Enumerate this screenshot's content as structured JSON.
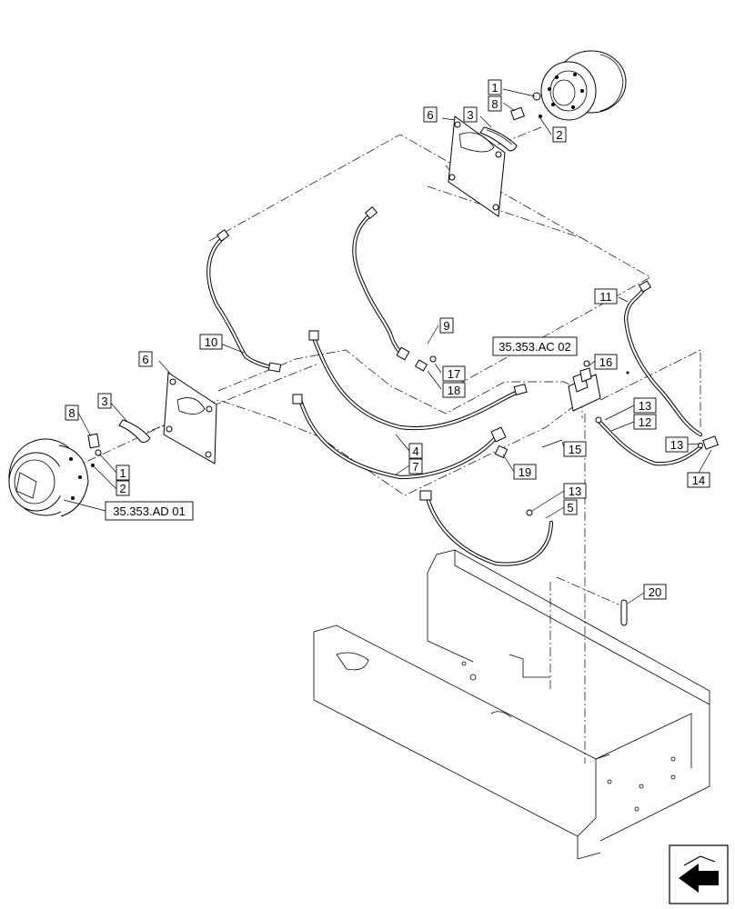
{
  "callouts": [
    {
      "id": "c1a",
      "text": "1"
    },
    {
      "id": "c8a",
      "text": "8"
    },
    {
      "id": "c3a",
      "text": "3"
    },
    {
      "id": "c6a",
      "text": "6"
    },
    {
      "id": "c2a",
      "text": "2"
    },
    {
      "id": "c11",
      "text": "11"
    },
    {
      "id": "c9",
      "text": "9"
    },
    {
      "id": "c10",
      "text": "10"
    },
    {
      "id": "c16",
      "text": "16"
    },
    {
      "id": "c17",
      "text": "17"
    },
    {
      "id": "c18",
      "text": "18"
    },
    {
      "id": "c6b",
      "text": "6"
    },
    {
      "id": "c3b",
      "text": "3"
    },
    {
      "id": "c8b",
      "text": "8"
    },
    {
      "id": "c13a",
      "text": "13"
    },
    {
      "id": "c12",
      "text": "12"
    },
    {
      "id": "c4",
      "text": "4"
    },
    {
      "id": "c7",
      "text": "7"
    },
    {
      "id": "c15",
      "text": "15"
    },
    {
      "id": "c13b",
      "text": "13"
    },
    {
      "id": "c1b",
      "text": "1"
    },
    {
      "id": "c2b",
      "text": "2"
    },
    {
      "id": "c19",
      "text": "19"
    },
    {
      "id": "c14",
      "text": "14"
    },
    {
      "id": "c13c",
      "text": "13"
    },
    {
      "id": "c5",
      "text": "5"
    },
    {
      "id": "c20",
      "text": "20"
    }
  ],
  "references": {
    "ac02": "35.353.AC 02",
    "ad01": "35.353.AD 01"
  },
  "icons": {
    "navigation": "arrow-navigation-icon"
  }
}
